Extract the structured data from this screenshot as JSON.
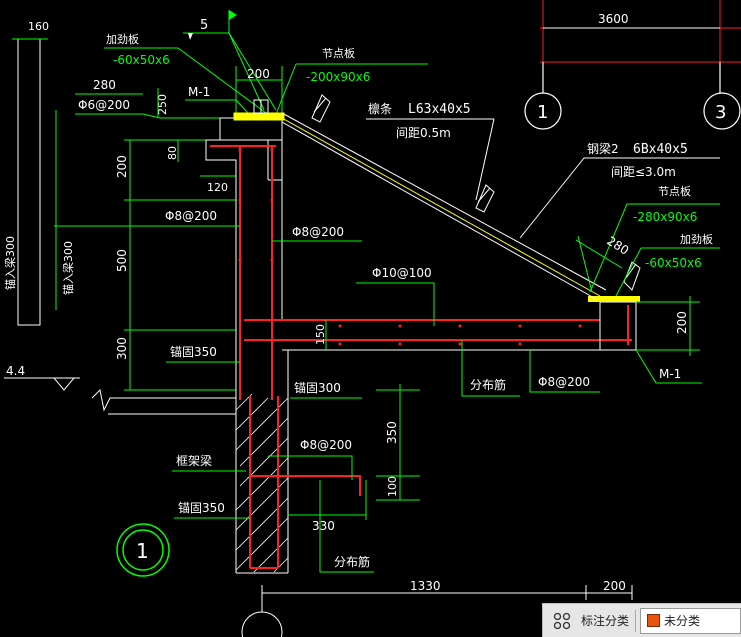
{
  "colors": {
    "green": "#00ff00",
    "white": "#ffffff",
    "red": "#ff2020",
    "yellow": "#ffff00",
    "magenta": "#ff00ff",
    "background": "#000000"
  },
  "drawing": {
    "dim_160": "160",
    "dim_280_top": "280",
    "rebar_phi6": "Φ6@200",
    "dim_250": "250",
    "m1_top": "M-1",
    "stiffener_top_label": "加劲板",
    "stiffener_top_spec": "-60x50x6",
    "weld_5": "5",
    "dim_200_top": "200",
    "node_plate_top_label": "节点板",
    "node_plate_top_spec": "-200x90x6",
    "purlin_label": "檩条",
    "purlin_spec": "L63x40x5",
    "purlin_spacing": "间距0.5m",
    "beam2_label": "钢梁2",
    "beam2_spec": "6Bx40x5",
    "beam2_spacing": "间距≤3.0m",
    "node_plate_right_label": "节点板",
    "node_plate_right_spec": "-280x90x6",
    "dim_280_right": "280",
    "stiffener_right_label": "加劲板",
    "stiffener_right_spec": "-60x50x6",
    "dim_3600": "3600",
    "axis_1_top": "1",
    "axis_3": "3",
    "dim_200_left": "200",
    "dim_80": "80",
    "dim_120": "120",
    "rebar_phi8_left": "Φ8@200",
    "rebar_phi8_mid": "Φ8@200",
    "dim_500": "500",
    "rebar_phi10": "Φ10@100",
    "vertical_label_1": "锚入梁300",
    "vertical_label_2": "锚入梁300",
    "dim_150": "150",
    "dim_200_right": "200",
    "dim_300": "300",
    "anchor_350_top": "锚固350",
    "level_44": "4.4",
    "distribution_bar_mid": "分布筋",
    "rebar_phi8_bottom_right": "Φ8@200",
    "m1_right": "M-1",
    "anchor_300": "锚固300",
    "dim_350": "350",
    "rebar_phi8_lower": "Φ8@200",
    "frame_beam": "框架梁",
    "dim_100": "100",
    "anchor_350_bottom": "锚固350",
    "dim_330": "330",
    "distribution_bar_bottom": "分布筋",
    "axis_1_bottom": "1",
    "dim_1330": "1330",
    "dim_200_bottom": "200"
  },
  "statusbar": {
    "grid_icon": "grid-icon",
    "annotate_label": "标注分类",
    "category_value": "未分类"
  }
}
